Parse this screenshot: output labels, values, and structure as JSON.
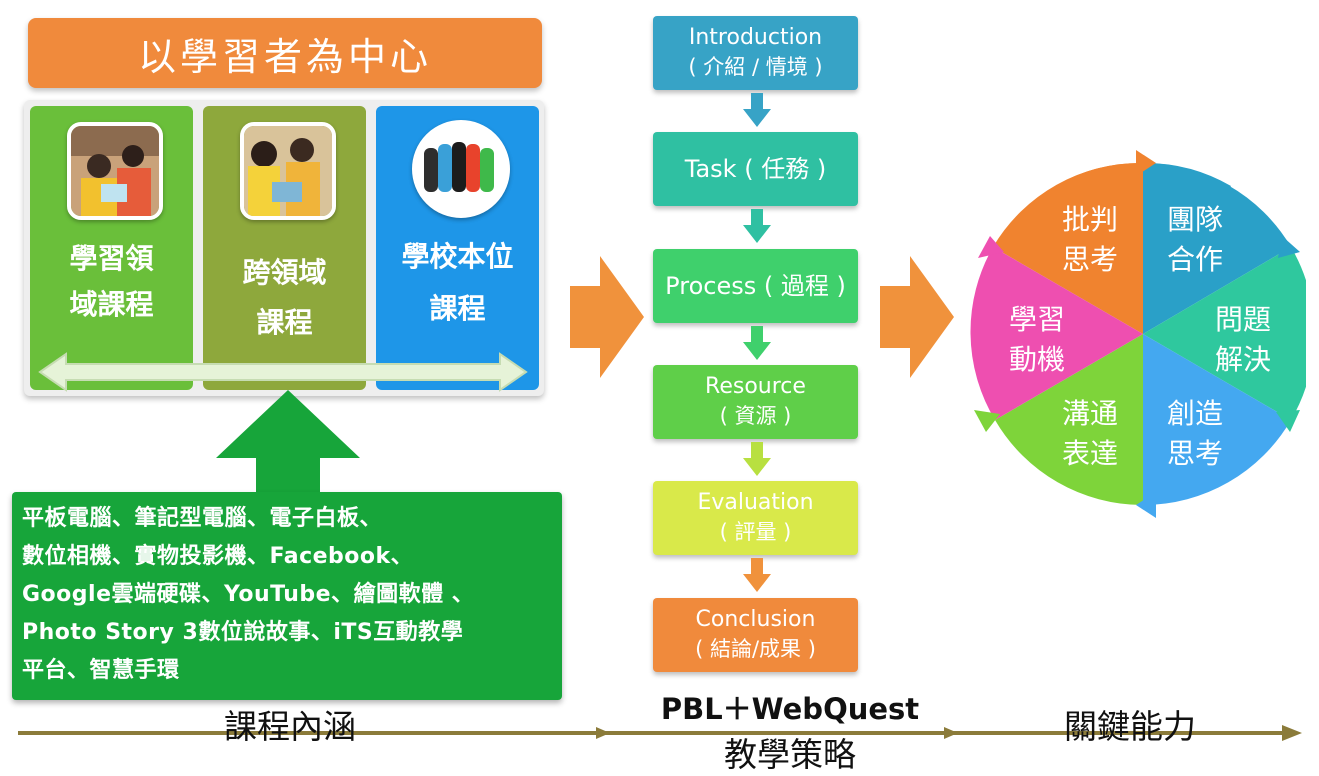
{
  "left": {
    "title": "以學習者為中心",
    "panels": [
      {
        "line1": "學習領",
        "line2": "域課程",
        "color": "#6abf3a"
      },
      {
        "line1": "跨領域",
        "line2": "課程",
        "color": "#8ea83c"
      },
      {
        "line1": "學校本位",
        "line2": "課程",
        "color": "#1e96e8"
      }
    ],
    "tools": {
      "line1": "平板電腦、筆記型電腦、電子白板、",
      "line2": "數位相機、實物投影機、Facebook、",
      "line3": "Google雲端硬碟、YouTube、繪圖軟體 、",
      "line4": "Photo Story 3數位說故事、iTS互動教學",
      "line5": "平台、智慧手環"
    }
  },
  "steps": [
    {
      "title": "Introduction",
      "subtitle": "( 介紹 / 情境 )",
      "color": "#37a3c6"
    },
    {
      "title": "Task ( 任務 )",
      "subtitle": "",
      "color": "#2fc0a2"
    },
    {
      "title": "Process ( 過程 )",
      "subtitle": "",
      "color": "#3fd06c"
    },
    {
      "title": "Resource",
      "subtitle": "( 資源 )",
      "color": "#5fcf49"
    },
    {
      "title": "Evaluation",
      "subtitle": "( 評量 )",
      "color": "#d9e94a"
    },
    {
      "title": "Conclusion",
      "subtitle": "( 結論/成果 )",
      "color": "#f08a3c"
    }
  ],
  "skills": [
    {
      "line1": "批判",
      "line2": "思考",
      "color": "#f0832f"
    },
    {
      "line1": "團隊",
      "line2": "合作",
      "color": "#2aa0c8"
    },
    {
      "line1": "問題",
      "line2": "解決",
      "color": "#2fc89e"
    },
    {
      "line1": "創造",
      "line2": "思考",
      "color": "#44a8f0"
    },
    {
      "line1": "溝通",
      "line2": "表達",
      "color": "#7ed43a"
    },
    {
      "line1": "學習",
      "line2": "動機",
      "color": "#ee4fb0"
    }
  ],
  "bottom": {
    "left_label": "課程內涵",
    "middle_line1": "PBL＋WebQuest",
    "middle_line2": "教學策略",
    "right_label": "關鍵能力"
  },
  "colors": {
    "arrow_orange": "#f0923c",
    "arrow_green": "#17a53a",
    "timeline": "#8b7b3a"
  }
}
